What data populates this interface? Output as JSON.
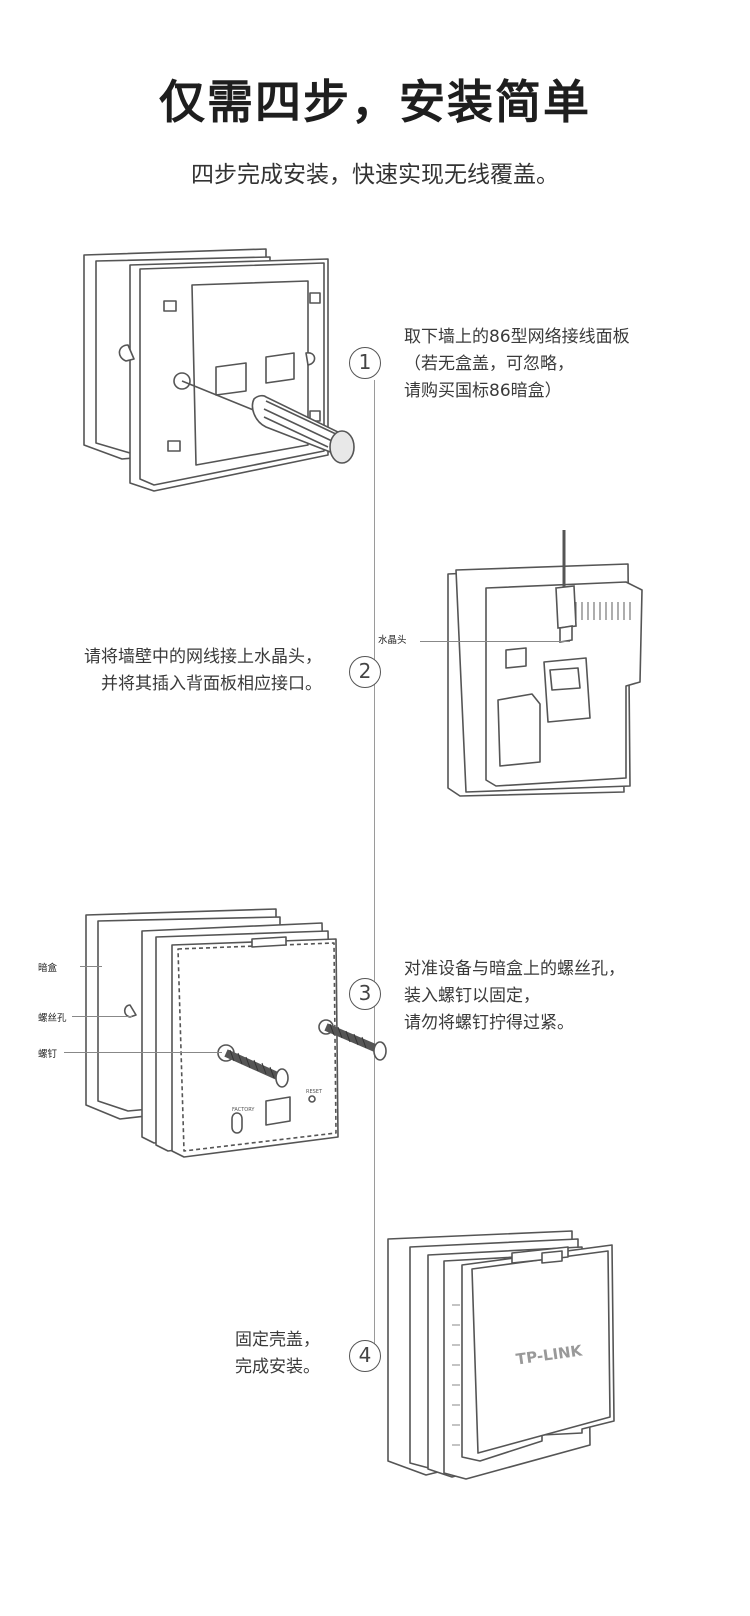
{
  "header": {
    "title": "仅需四步，安装简单",
    "subtitle": "四步完成安装，快速实现无线覆盖。"
  },
  "steps": [
    {
      "number": "1",
      "lines": [
        "取下墙上的86型网络接线面板",
        "（若无盒盖，可忽略，",
        "请购买国标86暗盒）"
      ]
    },
    {
      "number": "2",
      "lines": [
        "请将墙壁中的网线接上水晶头，",
        "并将其插入背面板相应接口。"
      ],
      "callouts": [
        "水晶头"
      ]
    },
    {
      "number": "3",
      "lines": [
        "对准设备与暗盒上的螺丝孔，",
        "装入螺钉以固定，",
        "请勿将螺钉拧得过紧。"
      ],
      "callouts": [
        "暗盒",
        "螺丝孔",
        "螺钉"
      ],
      "device_labels": [
        "FACTORY",
        "RESET"
      ]
    },
    {
      "number": "4",
      "lines": [
        "固定壳盖，",
        "完成安装。"
      ],
      "brand": "TP-LINK"
    }
  ],
  "colors": {
    "line": "#555555",
    "text": "#333333",
    "title": "#1e1e1e"
  }
}
